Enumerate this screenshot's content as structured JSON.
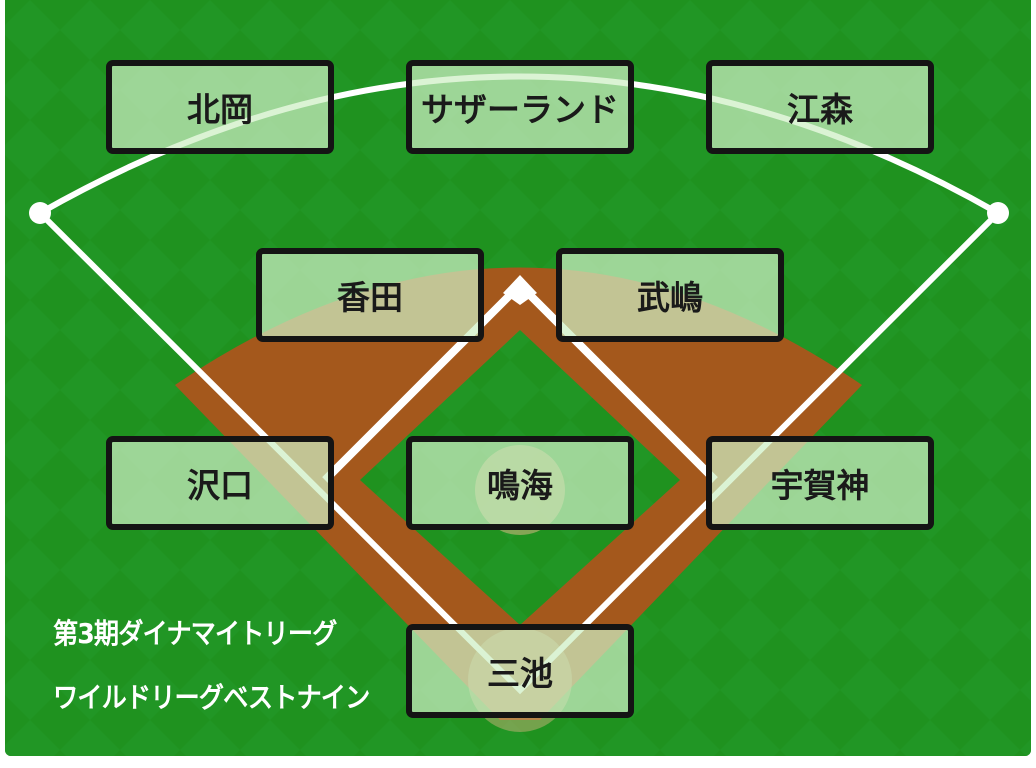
{
  "colors": {
    "grass": "#1f921f",
    "dirt": "#a4581c",
    "line": "#ffffff",
    "box_border": "#141414"
  },
  "title": {
    "line1": "第3期ダイナマイトリーグ",
    "line2": "ワイルドリーグベストナイン"
  },
  "positions": {
    "left_field": "北岡",
    "center_field": "サザーランド",
    "right_field": "江森",
    "shortstop": "香田",
    "second_base": "武嶋",
    "third_base": "沢口",
    "pitcher": "鳴海",
    "first_base": "宇賀神",
    "catcher": "三池"
  }
}
